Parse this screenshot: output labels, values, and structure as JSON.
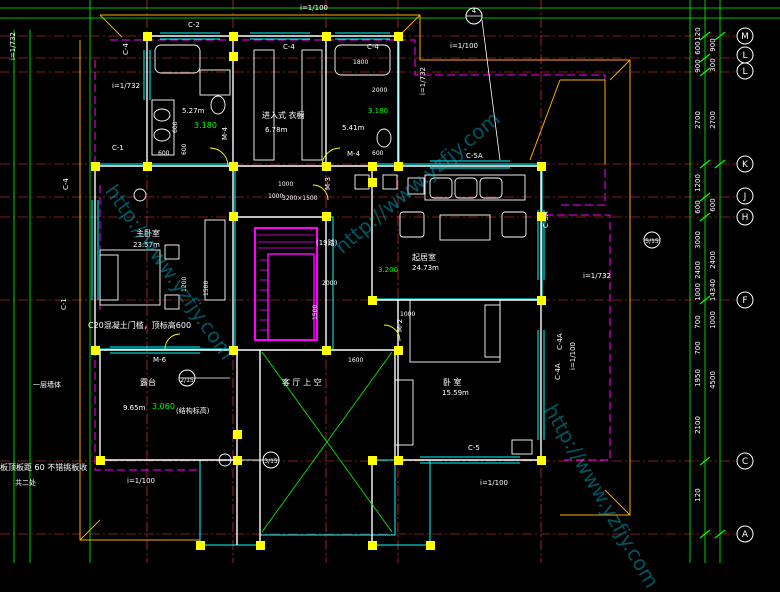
{
  "colors": {
    "background": "#000000",
    "wall": "#ffffff",
    "column": "#ffff00",
    "axis": "#ff3b3b",
    "dim": "#00ff00",
    "window": "#00ffff",
    "stair": "#ff00ff",
    "roof": "#ff00ff",
    "text": "#ffffff",
    "watermark": "#00bcd4"
  },
  "grid_axes_right": [
    "M",
    "L",
    "L",
    "K",
    "J",
    "H",
    "F",
    "C",
    "A"
  ],
  "grid_axis_top": "4",
  "dims_right_inner": [
    "120",
    "600",
    "900",
    "2700",
    "1200",
    "600",
    "3000",
    "2400",
    "1000",
    "700",
    "700",
    "1950",
    "2100",
    "120"
  ],
  "dims_right_outer": [
    "900",
    "300",
    "2700",
    "600",
    "2400",
    "1000",
    "4500",
    "14340"
  ],
  "slope_labels": [
    "i=1/100",
    "i=1/100",
    "i=1/732",
    "i=1/732",
    "i=1/732",
    "i=1/732",
    "i=1/100",
    "i=1/100",
    "i=1/100"
  ],
  "rooms": {
    "bath1_area": "5.27m",
    "bath1_elev": "3.180",
    "closet_name": "进入式 衣橱",
    "closet_area": "6.78m",
    "bath2_elev": "3.180",
    "bath2_area": "5.41m",
    "master_name": "主卧室",
    "master_area": "23.57m",
    "stair_label": "(19踏)",
    "stair_size": "3200×1500",
    "study_name": "起居室",
    "study_area": "24.73m",
    "study_elev": "3.200",
    "terrace_name": "露台",
    "terrace_area": "9.65m",
    "terrace_elev": "3.060",
    "terrace_note": "(结构标高)",
    "void_name": "客 厅 上 空",
    "bedroom_name": "卧 室",
    "bedroom_area": "15.59m",
    "lintel_note": "C20混凝土门槛，顶标高600",
    "slab_note": "板顶板距  60 不错挑板收",
    "lower_roof": "一层墙体",
    "floor_two": "共二处"
  },
  "window_tags": [
    "C-2",
    "C-4",
    "C-4",
    "C-4",
    "C-1",
    "C-4",
    "C-5A",
    "C-3A",
    "C-4A",
    "C-4A",
    "C-5",
    "C-1",
    "M-4",
    "M-4",
    "M-2",
    "M-6",
    "M-3"
  ],
  "detail_tags": [
    "2/15",
    "3/15",
    "5/15"
  ],
  "fixtures": [
    "600",
    "600",
    "600",
    "600",
    "2000",
    "1800",
    "1000",
    "1000",
    "1600",
    "2000",
    "1500",
    "1200",
    "1500",
    "1000"
  ],
  "watermark": "http://www.yzfjy.com"
}
